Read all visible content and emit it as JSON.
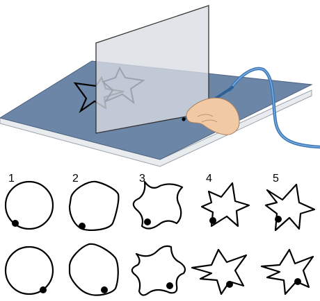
{
  "figure": {
    "scene": {
      "illustration": "tracing-apparatus",
      "colors": {
        "board_top": "#6c86a8",
        "board_edge": "#e9ecef",
        "mirror": "#d9dde3",
        "star_outline": "#000000",
        "star_reflection": "#9aa3ad",
        "pen_cable": "#3c78b8",
        "hand": "#f1c9a4"
      }
    },
    "panel_labels": [
      "1",
      "2",
      "3",
      "4",
      "5"
    ],
    "rows": [
      {
        "row": "top",
        "shapes": [
          "circle",
          "rounded-pentagon",
          "curved-star",
          "sharp-star",
          "sharp-star"
        ]
      },
      {
        "row": "bottom",
        "shapes": [
          "circle",
          "rounded-pentagon",
          "curved-star",
          "sharp-star",
          "sharp-star"
        ]
      }
    ]
  }
}
